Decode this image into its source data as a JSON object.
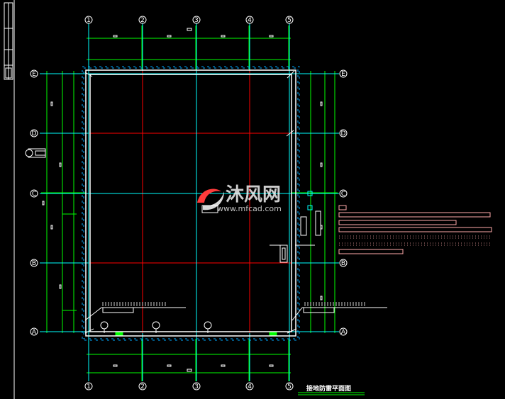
{
  "drawing": {
    "title": "接地防雷平面图",
    "watermark": {
      "brand": "沐风网",
      "url": "www.mfcad.com"
    },
    "columns": [
      "1",
      "2",
      "3",
      "4",
      "5"
    ],
    "rows": [
      "A",
      "B",
      "C",
      "D",
      "E"
    ],
    "colors": {
      "background": "#000000",
      "wall": "#ffffff",
      "grid": "#00ffff",
      "beam": "#ff0000",
      "dimension": "#00ff00",
      "legend": "#ffaaaa",
      "grounding": "#00aaff"
    }
  }
}
